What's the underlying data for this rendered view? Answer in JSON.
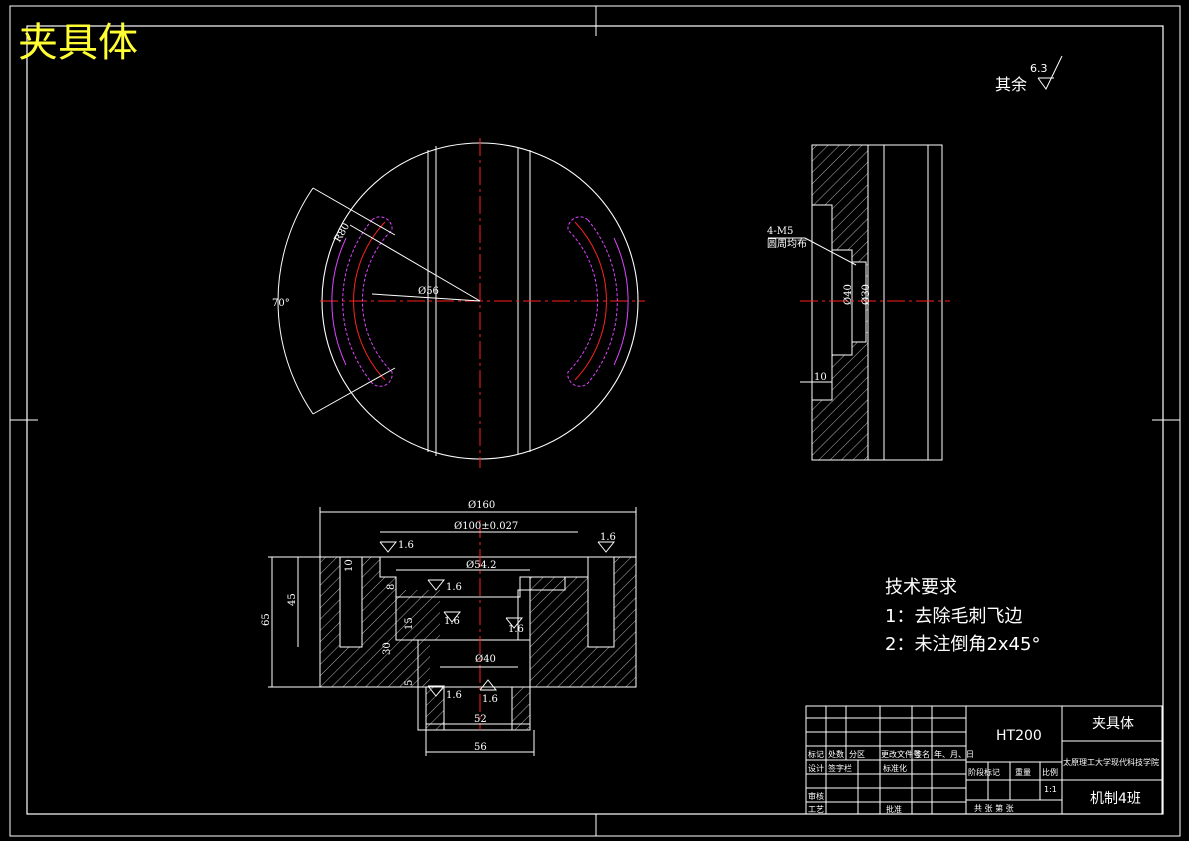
{
  "title": "夹具体",
  "roughness": {
    "label": "其余",
    "value": "6.3"
  },
  "tech": {
    "heading": "技术要求",
    "items": [
      "1：去除毛刺飞边",
      "2：未注倒角2x45°"
    ]
  },
  "top_view": {
    "angle": "70°",
    "r1": "R80",
    "r2": "Ø56"
  },
  "side_view": {
    "note1": "4-M5",
    "note2": "圆周均布",
    "d1": "Ø40",
    "d2": "Ø30",
    "w": "10"
  },
  "section": {
    "d_outer": "Ø160",
    "d_fit": "Ø100±0.027",
    "d_bore": "Ø54.2",
    "d_inner": "Ø40",
    "d52": "52",
    "d56": "56",
    "h65": "65",
    "h45": "45",
    "h10": "10",
    "h8": "8",
    "h15": "15",
    "h30": "30",
    "h5": "5",
    "ra": "1.6"
  },
  "title_block": {
    "material": "HT200",
    "part": "夹具体",
    "school": "太原理工大学现代科技学院",
    "class": "机制4班",
    "scale": "1:1",
    "headers": [
      "标记",
      "处数",
      "分区",
      "更改文件号",
      "签名",
      "年、月、日"
    ],
    "row_design": [
      "设计",
      "签字栏",
      "标准化"
    ],
    "row_review": "审核",
    "row_process": "工艺",
    "approve": "批准",
    "stage_headers": [
      "阶段标记",
      "重量",
      "比例"
    ],
    "sheets": "共   张   第   张"
  }
}
